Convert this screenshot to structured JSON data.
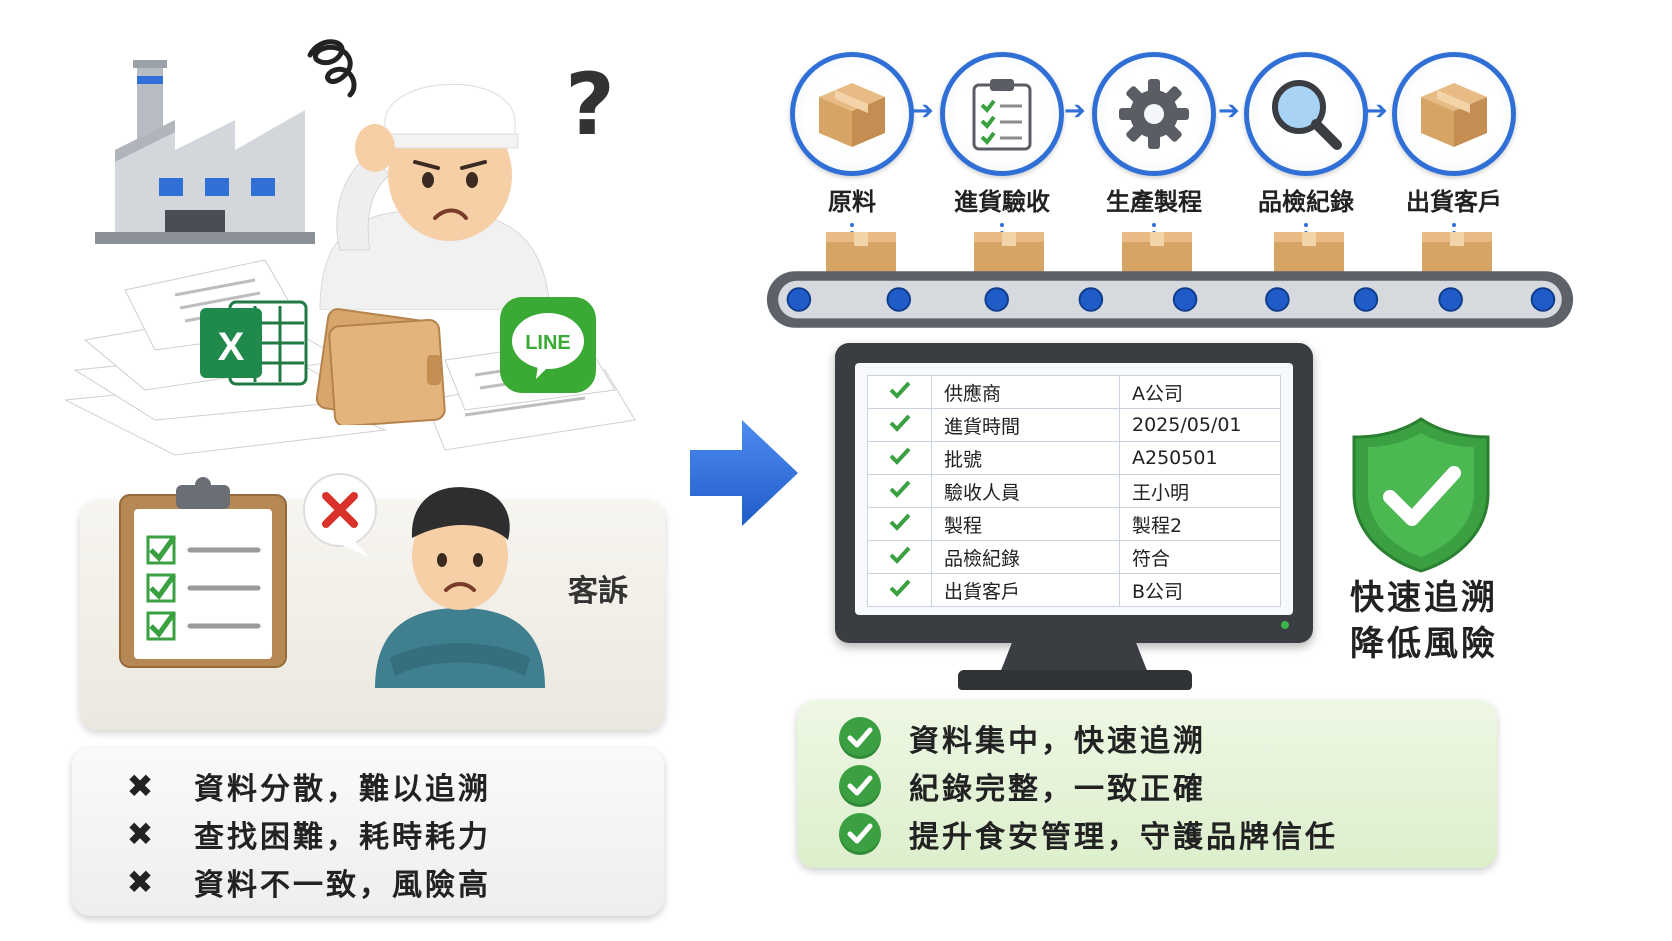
{
  "before": {
    "icons": [
      "factory-icon",
      "worker-icon",
      "paper-stack-icon",
      "excel-icon",
      "folder-icon",
      "line-app-icon",
      "question-mark-icon"
    ],
    "excel_letter": "X",
    "line_text": "LINE",
    "question_mark": "?",
    "complaint_label": "客訴",
    "problems": [
      {
        "mark": "✖",
        "text": "資料分散，難以追溯"
      },
      {
        "mark": "✖",
        "text": "查找困難，耗時耗力"
      },
      {
        "mark": "✖",
        "text": "資料不一致，風險高"
      }
    ]
  },
  "after": {
    "flow_steps": [
      {
        "label": "原料",
        "icon": "box-icon"
      },
      {
        "label": "進貨驗收",
        "icon": "clipboard-icon"
      },
      {
        "label": "生產製程",
        "icon": "gear-icon"
      },
      {
        "label": "品檢紀錄",
        "icon": "magnifier-icon"
      },
      {
        "label": "出貨客戶",
        "icon": "box-icon"
      }
    ],
    "flow_arrow": "➔",
    "record": [
      {
        "field": "供應商",
        "value": "A公司"
      },
      {
        "field": "進貨時間",
        "value": "2025/05/01"
      },
      {
        "field": "批號",
        "value": "A250501"
      },
      {
        "field": "驗收人員",
        "value": "王小明"
      },
      {
        "field": "製程",
        "value": "製程2"
      },
      {
        "field": "品檢紀錄",
        "value": "符合"
      },
      {
        "field": "出貨客戶",
        "value": "B公司"
      }
    ],
    "benefit_line1": "快速追溯",
    "benefit_line2": "降低風險",
    "solutions": [
      {
        "text": "資料集中，快速追溯"
      },
      {
        "text": "紀錄完整，一致正確"
      },
      {
        "text": "提升食安管理，守護品牌信任"
      }
    ]
  },
  "colors": {
    "accent_blue": "#2f6fd6",
    "check_green": "#3aa041",
    "box_tan": "#d6a465",
    "problem_bg": "#f0f0f0",
    "solution_bg": "#e2f1d4"
  }
}
